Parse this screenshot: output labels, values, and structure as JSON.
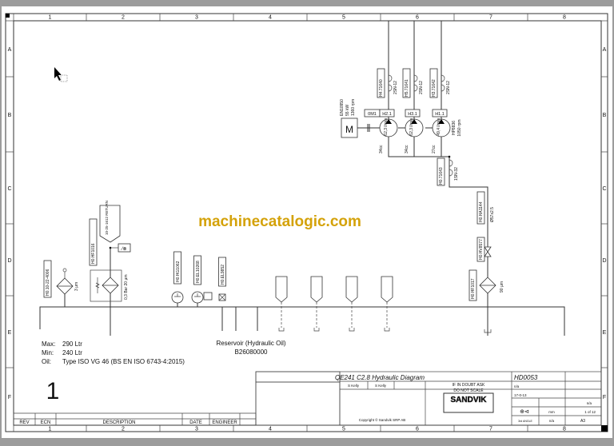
{
  "frame": {
    "columns": [
      "1",
      "2",
      "3",
      "4",
      "5",
      "6",
      "7",
      "8"
    ],
    "rows": [
      "A",
      "B",
      "C",
      "D",
      "E",
      "F"
    ]
  },
  "watermark": "machinecatalogic.com",
  "motor": {
    "symbol": "M",
    "id": "EN10950",
    "power": "55 kW",
    "speed": "1360 rpm",
    "tag": "0M1"
  },
  "pumps": [
    {
      "tag": "H2.1",
      "flow": "62,3 l/min",
      "displacement": "34cc",
      "hose_tag": "H4.71640",
      "hose": "2SN-12"
    },
    {
      "tag": "H3.1",
      "flow": "62,3 l/min",
      "displacement": "34cc",
      "hose_tag": "H5.71641",
      "hose": "2SN-12"
    },
    {
      "tag": "H1.1",
      "flow": "49,4 l/min",
      "displacement": "27cc",
      "hose_tag": "H3.71642",
      "hose": "2SN-12"
    }
  ],
  "pump_unit": {
    "id": "HP8836",
    "speed": "1050 rpm"
  },
  "suction": {
    "hose_tag": "H0.71643",
    "hose": "1SN-32",
    "pipe_tag": "H0.HA1144",
    "pipe": "Ø57x2.5",
    "valve_tag": "H0.HV8577",
    "filter_tag": "H0.HF1017",
    "filter_rating": "90 µm"
  },
  "breather": {
    "tag": "H0.10-22-4006",
    "rating": "3 µm"
  },
  "return_filter": {
    "tag": "H0.HF1016",
    "port": "10-25-1612 RETURN",
    "rating": "0,3 Bar  20 µm"
  },
  "instruments": [
    {
      "tag": "H0.HG1062"
    },
    {
      "tag": "H0.EL10268"
    },
    {
      "tag": "H0.EL9852"
    }
  ],
  "reservoir": {
    "title": "Reservoir (Hydraulic Oil)",
    "part": "B26080000",
    "max_label": "Max:",
    "max": "290 Ltr",
    "min_label": "Min:",
    "min": "240 Ltr",
    "oil_label": "Oil:",
    "oil": "Type ISO VG 46 (BS EN ISO 6743-4:2015)"
  },
  "revision": {
    "number": "1",
    "headers": [
      "REV",
      "ECN",
      "DESCRIPTION",
      "DATE",
      "ENGINEER"
    ]
  },
  "title_block": {
    "title": "QE241 C2.8 Hydraulic Diagram",
    "drawing_no": "HD0053",
    "drawn_by": "S Kelly",
    "checked_by": "S Kelly",
    "note": "IF IN DOUBT ASK",
    "note2": "DO NOT SCALE",
    "material": "n/a",
    "date": "17-0-13",
    "sheet": "1  of  12",
    "size": "A3",
    "scale": "n/a",
    "weight": "n/a",
    "units": "mm",
    "projection": "3rd ANGLE",
    "copyright": "Copyright © Sandvik SRP AB",
    "logo": "SANDVIK"
  }
}
